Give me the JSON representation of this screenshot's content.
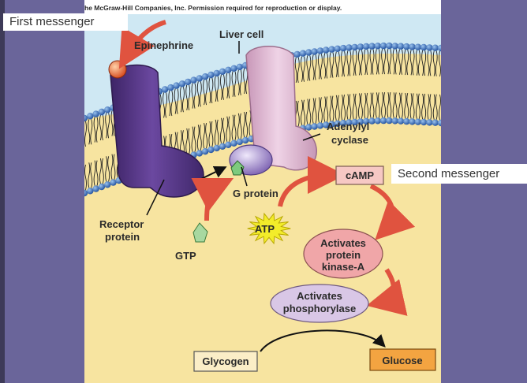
{
  "copyright": "he McGraw-Hill Companies, Inc. Permission required for reproduction or display.",
  "callouts": {
    "first_messenger": "First messenger",
    "second_messenger": "Second messenger"
  },
  "labels": {
    "epinephrine": "Epinephrine",
    "liver_cell": "Liver cell",
    "adenylyl_line1": "Adenylyl",
    "adenylyl_line2": "cyclase",
    "receptor_line1": "Receptor",
    "receptor_line2": "protein",
    "g_protein": "G protein",
    "gtp": "GTP",
    "atp": "ATP",
    "camp": "cAMP",
    "pka_line1": "Activates",
    "pka_line2": "protein",
    "pka_line3": "kinase-A",
    "phos_line1": "Activates",
    "phos_line2": "phosphorylase",
    "glycogen": "Glycogen",
    "glucose": "Glucose"
  },
  "colors": {
    "slide_background": "#6a659a",
    "extracellular": "#cfe8f3",
    "cytoplasm": "#f7e4a0",
    "receptor": "#5a3a8a",
    "adenylyl_cyclase": "#e2b8d2",
    "g_protein": "#9a82c8",
    "arrow": "#e0533f",
    "atp_burst": "#f3ec2a",
    "pka_oval": "#f0a6a8",
    "phos_oval": "#d9c7e6",
    "glucose_box": "#f3a441",
    "glycogen_box": "#fbeec7"
  }
}
